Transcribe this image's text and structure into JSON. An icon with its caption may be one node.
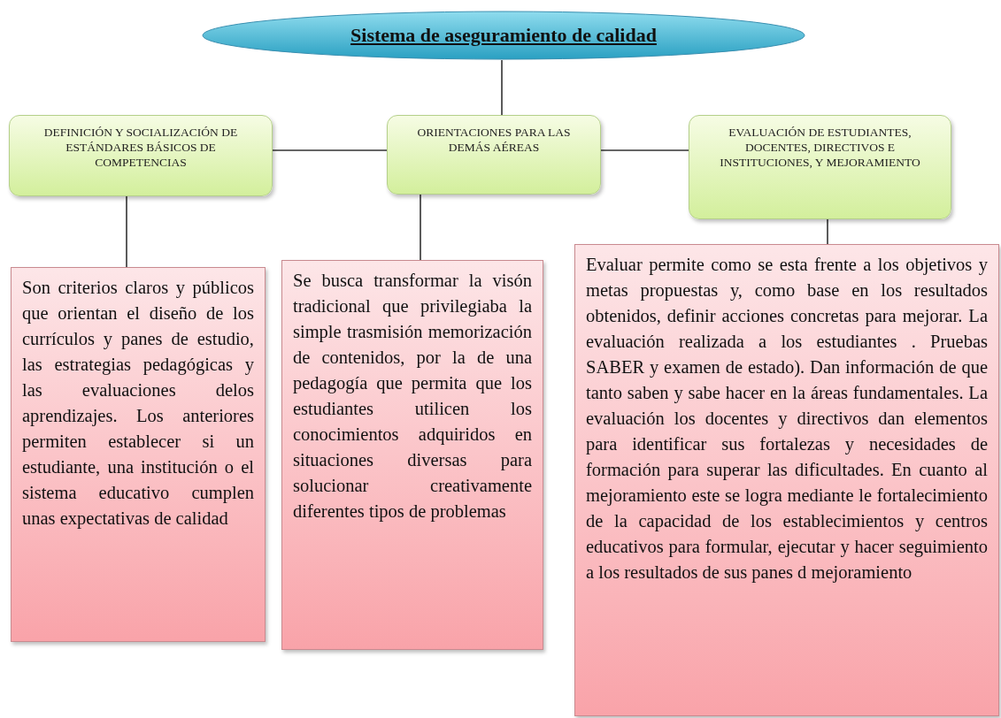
{
  "diagram": {
    "nodes": [
      {
        "text": [
          "Sistema de aseguramiento de calidad"
        ]
      },
      {
        "text": [
          "DEFINICIÓN Y SOCIALIZACIÓN DE ESTÁNDARES BÁSICOS DE COMPETENCIAS"
        ]
      },
      {
        "text": [
          "ORIENTACIONES PARA LAS DEMÁS AÉREAS"
        ]
      },
      {
        "text": [
          "EVALUACIÓN DE ESTUDIANTES, DOCENTES, DIRECTIVOS E INSTITUCIONES, Y MEJORAMIENTO"
        ]
      },
      {
        "text": [
          "Son criterios claros y públicos que orientan el diseño de los currículos y panes de estudio, las estrategias pedagógicas y las evaluaciones delos aprendizajes. Los anteriores permiten establecer si un estudiante, una institución o el sistema educativo cumplen unas expectativas de calidad"
        ]
      },
      {
        "text": [
          "Se busca transformar la visón tradicional que privilegiaba la simple trasmisión memorización de contenidos, por la de una pedagogía que permita que los estudiantes utilicen los conocimientos adquiridos en situaciones diversas para solucionar creativamente diferentes tipos de problemas"
        ]
      },
      {
        "text": [
          "Evaluar permite como se esta frente a los objetivos y metas propuestas y, como base en los resultados obtenidos, definir acciones concretas para mejorar. La evaluación realizada a los estudiantes . Pruebas SABER y examen de estado). Dan información de que tanto saben y sabe hacer en la áreas fundamentales. La evaluación los docentes y directivos dan elementos para identificar sus fortalezas y necesidades de formación para superar las dificultades. En cuanto al mejoramiento este se logra mediante le fortalecimiento de la capacidad de los establecimientos y centros educativos para formular, ejecutar y hacer seguimiento a los resultados de sus panes d mejoramiento"
        ]
      }
    ],
    "edges": [
      {
        "from": 0,
        "to": 2,
        "arrow": "none"
      },
      {
        "from": 2,
        "to": 1,
        "arrow": "none"
      },
      {
        "from": 2,
        "to": 3,
        "arrow": "none"
      },
      {
        "from": 1,
        "to": 4,
        "arrow": "none"
      },
      {
        "from": 2,
        "to": 5,
        "arrow": "none"
      },
      {
        "from": 3,
        "to": 6,
        "arrow": "none"
      }
    ]
  }
}
